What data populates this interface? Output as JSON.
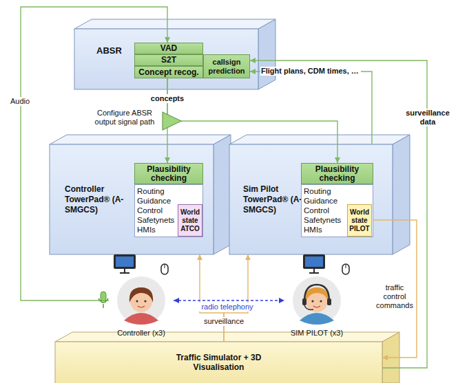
{
  "diagram": {
    "nodes": [
      {
        "text": [
          "ABSR"
        ]
      },
      {
        "text": [
          "VAD"
        ],
        "in": 0
      },
      {
        "text": [
          "S2T"
        ],
        "in": 0
      },
      {
        "text": [
          "Concept recog."
        ],
        "in": 0
      },
      {
        "text": [
          "callsign prediction"
        ],
        "in": 0
      },
      {
        "text": [
          "Controller TowerPad® (A-SMGCS)"
        ]
      },
      {
        "text": [
          "Plausibility checking"
        ],
        "in": 5
      },
      {
        "text": [
          "Routing Guidance Control Safetynets HMIs"
        ],
        "in": 5
      },
      {
        "text": [
          "World state ATCO"
        ],
        "in": 7
      },
      {
        "text": [
          "Sim Pilot TowerPad® (A-SMGCS)"
        ]
      },
      {
        "text": [
          "Plausibility checking"
        ],
        "in": 9
      },
      {
        "text": [
          "Routing Guidance Control Safetynets HMIs"
        ],
        "in": 9
      },
      {
        "text": [
          "World state PILOT"
        ],
        "in": 11
      },
      {
        "text": [
          "Controller (x3)"
        ]
      },
      {
        "text": [
          "SIM PILOT (x3)"
        ]
      },
      {
        "text": [
          "Traffic Simulator + 3D Visualisation"
        ]
      }
    ],
    "edges": [
      {
        "from": 13,
        "to": 1,
        "arrow": "to",
        "label": "Audio"
      },
      {
        "from": 3,
        "to": 6,
        "arrow": "to",
        "label": "concepts"
      },
      {
        "from": 3,
        "to": 10,
        "arrow": "to"
      },
      {
        "from": 9,
        "to": 4,
        "arrow": "to",
        "label": "Flight plans, CDM times, …"
      },
      {
        "from": 15,
        "to": 4,
        "arrow": "to",
        "label": "surveillance data"
      },
      {
        "from": 15,
        "to": 5,
        "arrow": "to",
        "label": "surveillance"
      },
      {
        "from": 15,
        "to": 9,
        "arrow": "to"
      },
      {
        "from": 12,
        "to": 15,
        "arrow": "to",
        "label": "traffic control commands"
      },
      {
        "from": 13,
        "to": 14,
        "arrow": "both",
        "label": "radio telephony"
      }
    ],
    "labels": [
      "Configure ABSR output signal path"
    ]
  }
}
